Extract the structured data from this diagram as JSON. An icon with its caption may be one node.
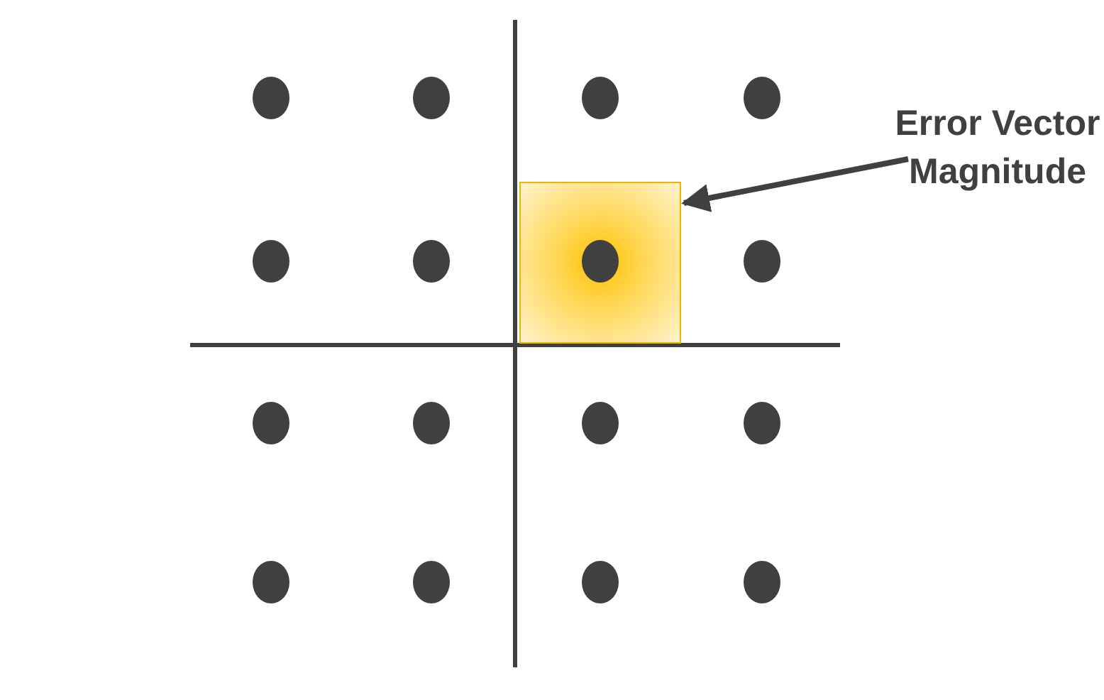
{
  "diagram": {
    "nodes": [
      {
        "text": [
          "Error Vector Magnitude"
        ]
      },
      {
        "text": [],
        "shape": "box"
      }
    ],
    "edges": [
      {
        "from": 0,
        "to": 1,
        "arrow": "to"
      }
    ]
  }
}
